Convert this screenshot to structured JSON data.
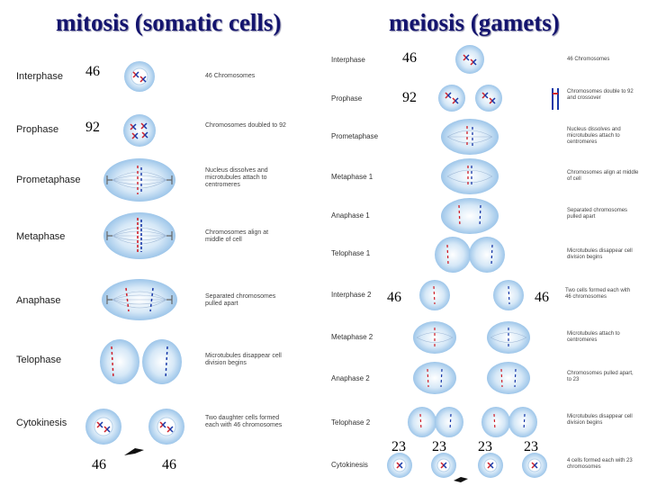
{
  "titles": {
    "mitosis": "mitosis (somatic cells)",
    "meiosis": "meiosis (gamets)"
  },
  "mitosis": {
    "stages": [
      "Interphase",
      "Prophase",
      "Prometaphase",
      "Metaphase",
      "Anaphase",
      "Telophase",
      "Cytokinesis"
    ],
    "numbers": [
      "46",
      "92",
      "46",
      "46"
    ],
    "descriptions": [
      "46 Chromosomes",
      "Chromosomes doubled to 92",
      "Nucleus dissolves and microtubules attach to centromeres",
      "Chromosomes align at middle of cell",
      "Separated chromosomes pulled apart",
      "Microtubules disappear cell division begins",
      "Two daughter cells formed each with 46 chromosomes"
    ]
  },
  "meiosis": {
    "stages": [
      "Interphase",
      "Prophase",
      "Prometaphase",
      "Metaphase 1",
      "Anaphase 1",
      "Telophase 1",
      "Interphase 2",
      "Metaphase 2",
      "Anaphase 2",
      "Telophase 2",
      "Cytokinesis"
    ],
    "numbers": [
      "46",
      "92",
      "46",
      "46",
      "23",
      "23",
      "23",
      "23"
    ],
    "descriptions": [
      "46 Chromosomes",
      "Chromosomes double to 92 and crossover",
      "Nucleus dissolves and microtubules attach to centromeres",
      "Chromosomes align at middle of cell",
      "Separated chromosomes pulled apart",
      "Microtubules disappear cell division begins",
      "Two cells formed each with 46 chromosomes",
      "Microtubules attach to centromeres",
      "Chromosomes pulled apart, to 23",
      "Microtubules disappear cell division begins",
      "4 cells formed each with 23 chromosomes"
    ]
  },
  "colors": {
    "title": "#14146e",
    "cell": "#9fc8ec",
    "cell_inner": "#ffffff",
    "chrom_red": "#d0202a",
    "chrom_blue": "#1838a8"
  }
}
